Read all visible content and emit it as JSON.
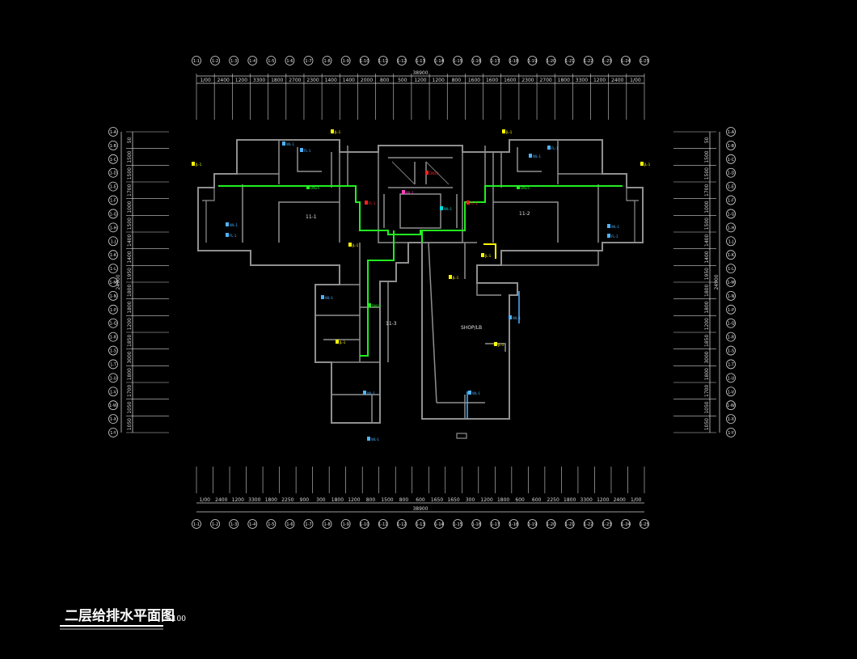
{
  "drawing": {
    "title": "二层给排水平面图",
    "scale": "1:100",
    "colors": {
      "background": "#000000",
      "wall": "#8f8f8f",
      "dimension": "#d0d0d0",
      "water_pipe": "#22ee22",
      "riser_label": "#ffff00",
      "tag_blue": "#4fb3ff",
      "tag_red": "#ff2020",
      "tag_magenta": "#ff40c0",
      "tag_cyan": "#00e0e0"
    }
  },
  "top_dims": {
    "total": "38900",
    "segments": [
      "1/00",
      "2400",
      "1200",
      "3300",
      "1800",
      "2700",
      "2300",
      "1400",
      "1400",
      "2000",
      "800",
      "500",
      "1200",
      "1200",
      "800",
      "1600",
      "1600",
      "1600",
      "2300",
      "2700",
      "1800",
      "3300",
      "1200",
      "2400",
      "1/00"
    ]
  },
  "bottom_dims": {
    "total": "38900",
    "segments": [
      "1/00",
      "2400",
      "1200",
      "3300",
      "1800",
      "2250",
      "900",
      "300",
      "1800",
      "1200",
      "800",
      "1500",
      "800",
      "600",
      "1650",
      "1650",
      "300",
      "1200",
      "1800",
      "600",
      "600",
      "2250",
      "1800",
      "3300",
      "1200",
      "2400",
      "1/00"
    ]
  },
  "left_dims": {
    "total": "24900",
    "segments": [
      "50",
      "1500",
      "1500",
      "1700",
      "1000",
      "1500",
      "1400",
      "1400",
      "1950",
      "1800",
      "1800",
      "1200",
      "1850",
      "3000",
      "1800",
      "1700",
      "1050",
      "1050"
    ]
  },
  "right_dims": {
    "total": "24900",
    "segments": [
      "50",
      "1500",
      "1500",
      "1700",
      "1000",
      "1500",
      "1400",
      "1400",
      "1950",
      "1800",
      "1800",
      "1200",
      "1850",
      "3000",
      "1800",
      "1700",
      "1050",
      "1050"
    ]
  },
  "top_axes": [
    "1-1",
    "1-2",
    "1-3",
    "1-4",
    "1-5",
    "1-6",
    "1-7",
    "1-8",
    "1-9",
    "1-10",
    "1-11",
    "1-12",
    "1-13",
    "1-14",
    "1-15",
    "1-16",
    "1-17",
    "1-18",
    "1-19",
    "1-20",
    "1-21",
    "1-22",
    "1-23",
    "1-24",
    "1-25"
  ],
  "bottom_axes": [
    "1-1",
    "1-2",
    "1-3",
    "1-4",
    "1-5",
    "1-6",
    "1-7",
    "1-8",
    "1-9",
    "1-10",
    "1-11",
    "1-12",
    "1-13",
    "1-14",
    "1-15",
    "1-16",
    "1-17",
    "1-18",
    "1-19",
    "1-20",
    "1-21",
    "1-22",
    "1-23",
    "1-24",
    "1-25"
  ],
  "left_axes": [
    "1-A",
    "1-B",
    "1-C",
    "1-D",
    "1-E",
    "1-F",
    "1-G",
    "1-H",
    "1-J",
    "1-K",
    "1-L",
    "1-M",
    "1-N",
    "1-P",
    "1-Q",
    "1-R",
    "1-S",
    "1-T",
    "1-U",
    "1-V",
    "1-W",
    "1-X",
    "1-Y"
  ],
  "right_axes": [
    "1-A",
    "1-B",
    "1-C",
    "1-D",
    "1-E",
    "1-F",
    "1-G",
    "1-H",
    "1-J",
    "1-K",
    "1-L",
    "1-M",
    "1-N",
    "1-P",
    "1-Q",
    "1-R",
    "1-S",
    "1-T",
    "1-U",
    "1-V",
    "1-W",
    "1-X",
    "1-Y"
  ],
  "rooms": {
    "left_unit": "11-1",
    "right_unit": "11-2",
    "lower_unit": "11-3",
    "big_room": "SHOP/LB"
  },
  "risers": {
    "jl": "JL-1",
    "wl": "WL-1",
    "fl": "FL-1",
    "dn": "DN20",
    "dn2": "DN25"
  }
}
